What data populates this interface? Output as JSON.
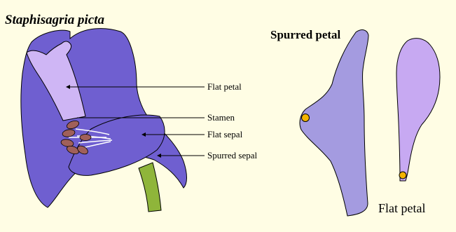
{
  "title": "Staphisagria picta",
  "spurred_petal_title": "Spurred petal",
  "flat_petal_caption": "Flat petal",
  "labels": {
    "flat_petal": "Flat petal",
    "stamen": "Stamen",
    "flat_sepal": "Flat sepal",
    "spurred_sepal": "Spurred sepal"
  },
  "colors": {
    "background": "#fffde4",
    "sepal": "#6f5fd0",
    "petal_light": "#cfb6f5",
    "spurred_petal": "#a49be0",
    "flat_petal_detached": "#c7a9f2",
    "anther": "#a0605a",
    "stem": "#8fb53a",
    "nectary": "#f3b400"
  }
}
